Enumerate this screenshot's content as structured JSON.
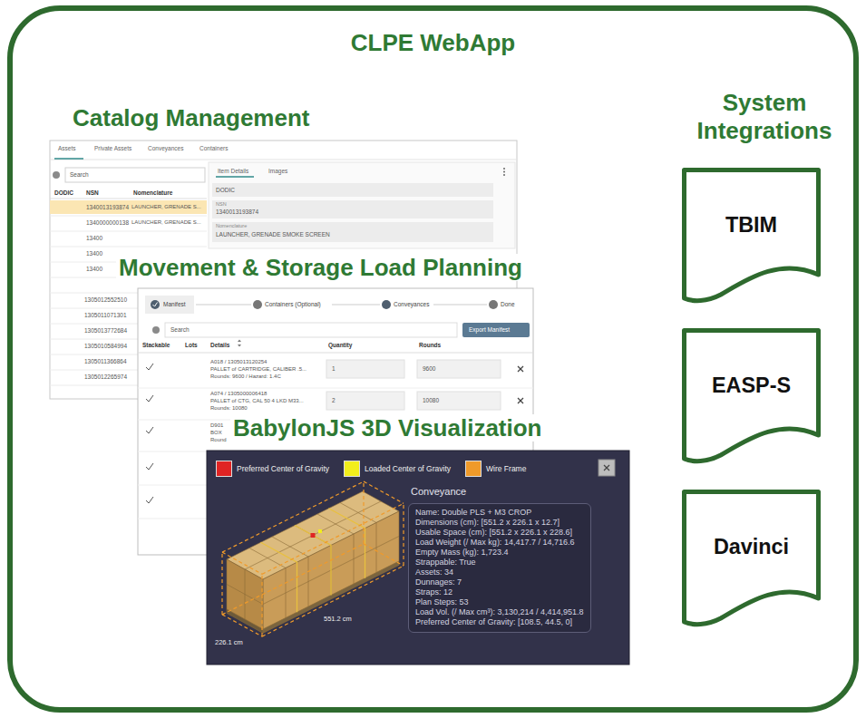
{
  "diagram": {
    "nodes": [
      {
        "text": [
          "CLPE WebApp"
        ]
      },
      {
        "text": [
          "Catalog Management"
        ],
        "in": 0
      },
      {
        "text": [
          "Movement & Storage Load Planning"
        ],
        "in": 0
      },
      {
        "text": [
          "BabylonJS 3D Visualization"
        ],
        "in": 0
      },
      {
        "text": [
          "Conveyance",
          "Name: Double PLS + M3 CROP",
          "Dimensions (cm): [551.2 x 226.1 x 12.7]",
          "Usable Space (cm): [551.2 x 226.1 x 228.6]",
          "Load Weight (/ Max kg): 14,417.7 / 14,716.6",
          "Empty Mass (kg): 1,723.4",
          "Strappable: True",
          "Assets: 34",
          "Dunnages: 7",
          "Straps: 12",
          "Plan Steps: 53",
          "Load Vol. (/ Max cm³): 3,130,214 / 4,414,951.8",
          "Preferred Center of Gravity: [108.5, 44.5, 0]"
        ],
        "in": 3
      },
      {
        "text": [
          "TBIM"
        ],
        "in": 0
      },
      {
        "text": [
          "EASP-S"
        ],
        "in": 0
      },
      {
        "text": [
          "Davinci"
        ],
        "in": 0
      }
    ],
    "labels": [
      "System Integrations",
      "Assets",
      "Private Assets",
      "Conveyances",
      "Containers",
      "Search",
      "Item Details",
      "Images",
      "DODIC",
      "NSN",
      "Nomenclature",
      "DODIC",
      "NSN",
      "1340013193874",
      "Nomenclature",
      "LAUNCHER, GRENADE SMOKE SCREEN",
      "1340013193874",
      "LAUNCHER, GRENADE S...",
      "1340000000138",
      "LAUNCHER, GRENADE S...",
      "13400",
      "13400",
      "13400",
      "1305012552510",
      "1305011071301",
      "1305013772684",
      "1305010584994",
      "1305011366864",
      "1305012265974",
      "Manifest",
      "Containers (Optional)",
      "Conveyances",
      "Done",
      "Search",
      "Export Manifest",
      "Stackable",
      "Lots",
      "Details",
      "Quantity",
      "Rounds",
      "A018 / 1305013120254",
      "PALLET of CARTRIDGE, CALIBER .5...",
      "Rounds: 9600 / Hazard: 1.4C",
      "1",
      "9600",
      "A074 / 1305000006418",
      "PALLET of CTG, CAL 50 4 LKD M33...",
      "Rounds: 10080",
      "2",
      "10080",
      "D901",
      "BOX",
      "Round",
      "551.2 cm",
      "226.1 cm"
    ],
    "legend": [
      {
        "text": "Preferred Center of Gravity",
        "color": "#e02424"
      },
      {
        "text": "Loaded Center of Gravity",
        "color": "#f2ee1c"
      },
      {
        "text": "Wire Frame",
        "color": "#f09a2a"
      }
    ]
  }
}
